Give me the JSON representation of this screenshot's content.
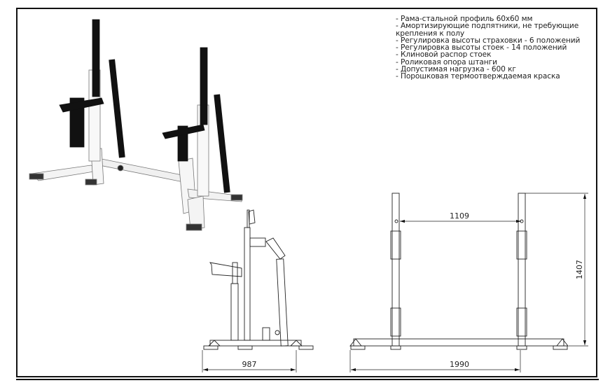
{
  "specs": [
    "- Рама-стальной профиль 60x60 мм",
    "- Амортизирующие подпятники, не требующие крепления к полу",
    "- Регулировка высоты страховки - 6 положений",
    "- Регулировка высоты стоек - 14 положений",
    "- Клиновой распор стоек",
    "- Роликовая опора штанги",
    "- Допустимая нагрузка - 600 кг",
    "- Порошковая термоотверждаемая краска"
  ],
  "dimensions": {
    "side_depth": "987",
    "front_width": "1990",
    "inner_width": "1109",
    "height": "1407"
  }
}
